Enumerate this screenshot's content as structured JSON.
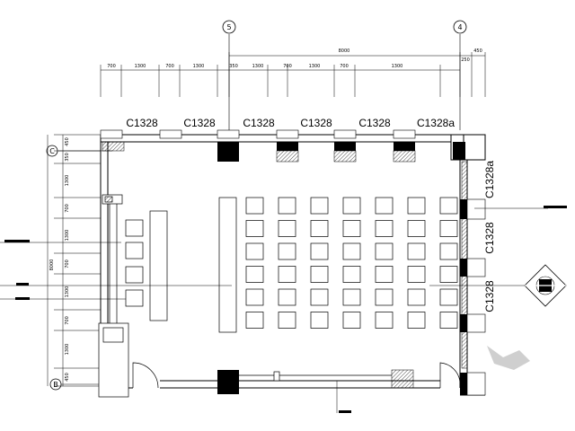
{
  "grid": {
    "top_left": "5",
    "top_right": "4",
    "left_top": "C",
    "left_bottom": "B"
  },
  "dimensions": {
    "overall_top": "8000",
    "overall_right_1": "250",
    "overall_right_2": "450",
    "top_segments": [
      "700",
      "1300",
      "700",
      "1300",
      "350",
      "1300",
      "700",
      "1300",
      "700",
      "1300"
    ],
    "left_overall": "8000",
    "left_segments": [
      "450",
      "350",
      "1300",
      "700",
      "1300",
      "700",
      "1300",
      "700",
      "1300",
      "450"
    ]
  },
  "windows": {
    "top": [
      "C1328",
      "C1328",
      "C1328",
      "C1328",
      "C1328",
      "C1328a"
    ],
    "right": [
      "C1328a",
      "C1328",
      "C1328"
    ]
  },
  "seating": {
    "rows": 6,
    "cols": 7
  },
  "legend_icon": "compass-symbol"
}
